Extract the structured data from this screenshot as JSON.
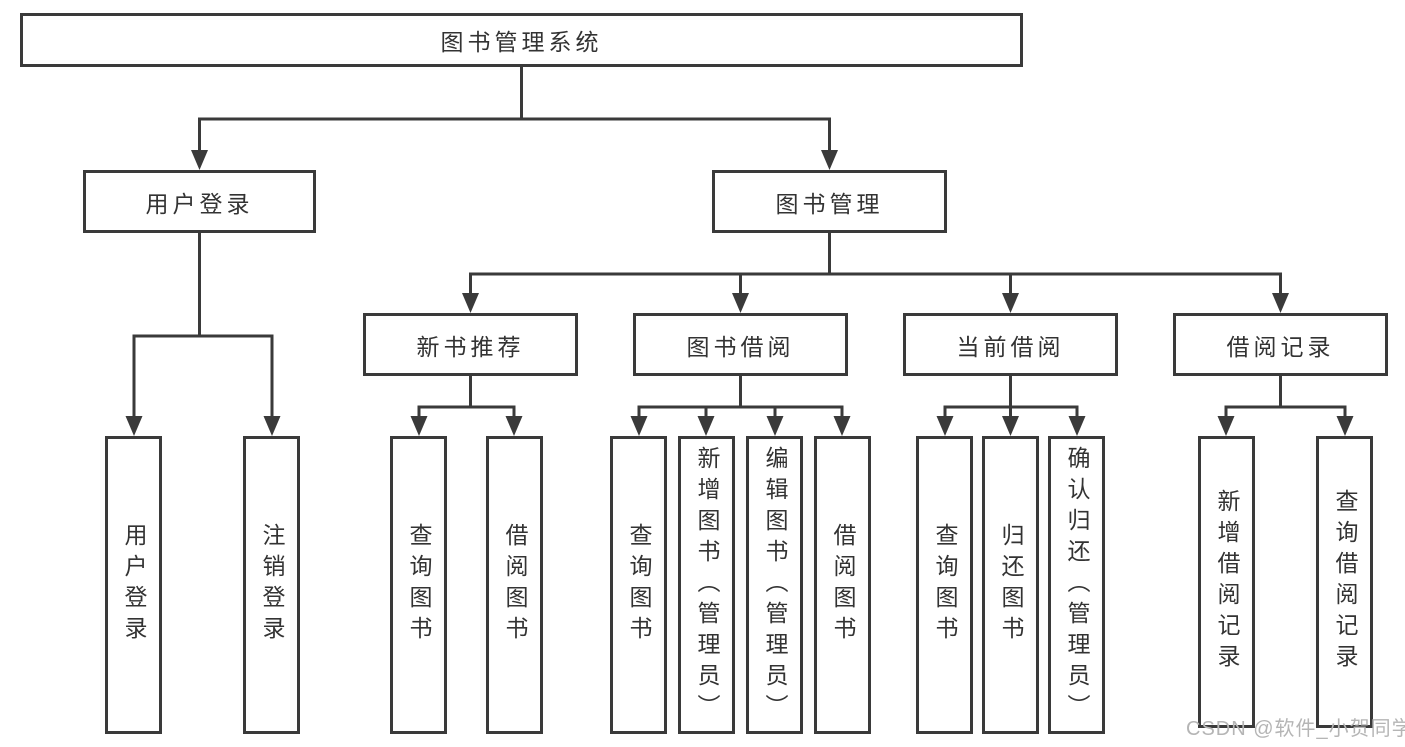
{
  "colors": {
    "line": "#3a3a3a",
    "box_border": "#3a3a3a",
    "box_fill": "#ffffff",
    "text": "#333333",
    "page_background": "#ffffff",
    "watermark_text_color": "#b5b5b5"
  },
  "diagram": {
    "type": "tree",
    "root": {
      "label": "图书管理系统"
    },
    "level2": [
      {
        "label": "用户登录",
        "children": [
          {
            "label": "用户登录"
          },
          {
            "label": "注销登录"
          }
        ]
      },
      {
        "label": "图书管理",
        "children": [
          {
            "label": "新书推荐",
            "children": [
              {
                "label": "查询图书"
              },
              {
                "label": "借阅图书"
              }
            ]
          },
          {
            "label": "图书借阅",
            "children": [
              {
                "label": "查询图书"
              },
              {
                "label": "新增图书（管理员）"
              },
              {
                "label": "编辑图书（管理员）"
              },
              {
                "label": "借阅图书"
              }
            ]
          },
          {
            "label": "当前借阅",
            "children": [
              {
                "label": "查询图书"
              },
              {
                "label": "归还图书"
              },
              {
                "label": "确认归还（管理员）"
              }
            ]
          },
          {
            "label": "借阅记录",
            "children": [
              {
                "label": "新增借阅记录"
              },
              {
                "label": "查询借阅记录"
              }
            ]
          }
        ]
      }
    ]
  },
  "watermark": {
    "text": "CSDN @软件_小贺同学"
  }
}
